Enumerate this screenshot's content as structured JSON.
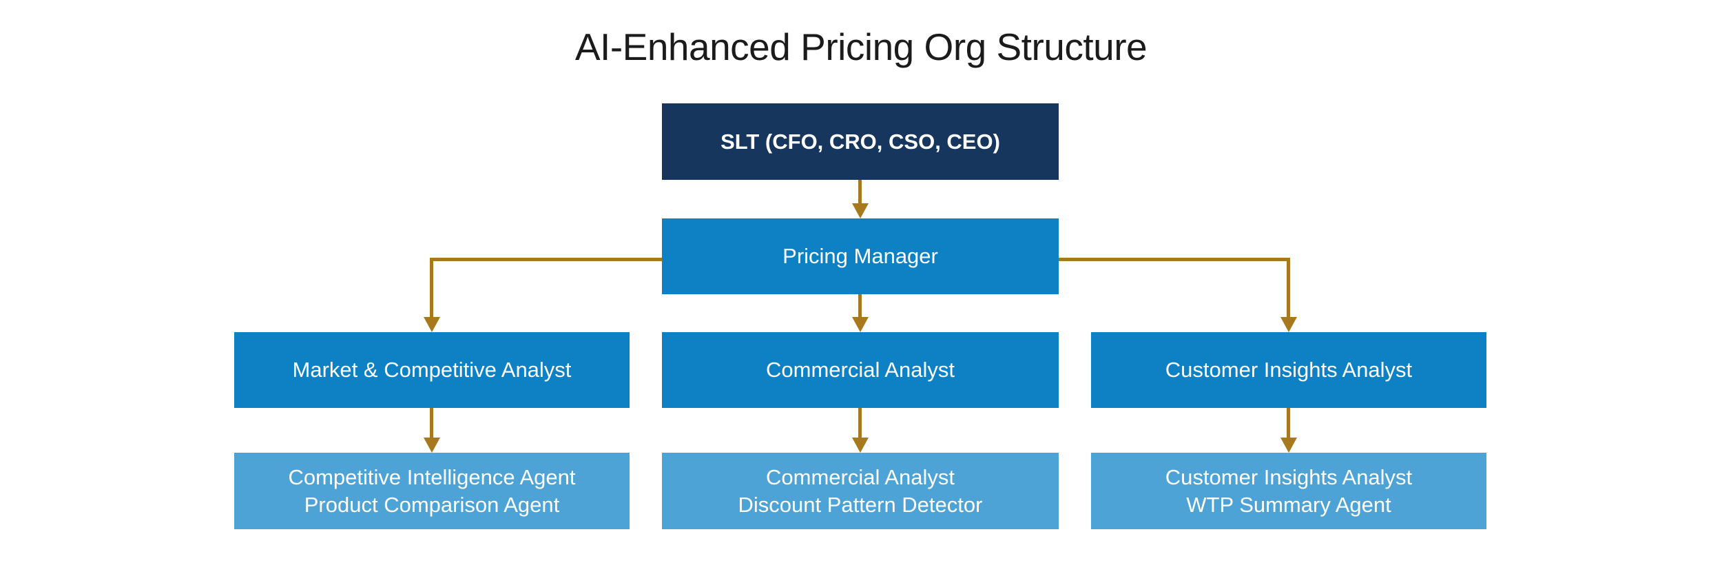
{
  "title": "AI-Enhanced Pricing Org Structure",
  "nodes": {
    "slt": {
      "label": "SLT (CFO, CRO, CSO, CEO)"
    },
    "pricing_manager": {
      "label": "Pricing Manager"
    },
    "market_analyst": {
      "label": "Market & Competitive Analyst"
    },
    "commercial_analyst": {
      "label": "Commercial Analyst"
    },
    "customer_insights_analyst": {
      "label": "Customer Insights Analyst"
    },
    "market_agents": {
      "line1": "Competitive Intelligence Agent",
      "line2": "Product Comparison Agent"
    },
    "commercial_agents": {
      "line1": "Commercial Analyst",
      "line2": "Discount Pattern Detector"
    },
    "customer_agents": {
      "line1": "Customer Insights Analyst",
      "line2": "WTP Summary Agent"
    }
  },
  "edges": [
    {
      "from": "slt",
      "to": "pricing_manager"
    },
    {
      "from": "pricing_manager",
      "to": "market_analyst"
    },
    {
      "from": "pricing_manager",
      "to": "commercial_analyst"
    },
    {
      "from": "pricing_manager",
      "to": "customer_insights_analyst"
    },
    {
      "from": "market_analyst",
      "to": "market_agents"
    },
    {
      "from": "commercial_analyst",
      "to": "commercial_agents"
    },
    {
      "from": "customer_insights_analyst",
      "to": "customer_agents"
    }
  ],
  "colors": {
    "navy": "#17365D",
    "blue": "#0E81C4",
    "light_blue": "#4DA3D5",
    "arrow_gold": "#A8791C",
    "title_text": "#1B1B1B",
    "box_text": "#FFFFFF",
    "background": "#FFFFFF"
  }
}
